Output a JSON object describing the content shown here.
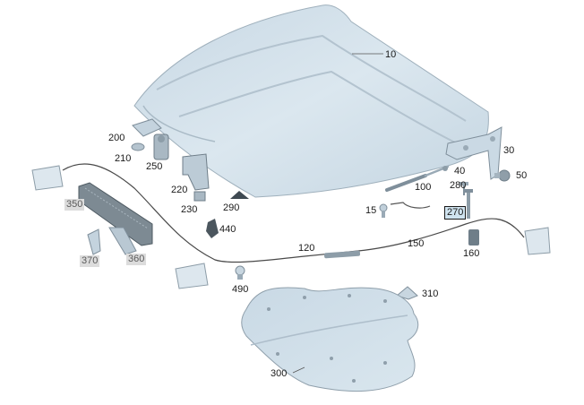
{
  "labels": {
    "hood": "10",
    "hinge": "30",
    "l40": "40",
    "l50": "50",
    "gas_strut": "100",
    "cable_front": "120",
    "cable_rear": "150",
    "l15": "15",
    "l160": "160",
    "l200": "200",
    "l210": "210",
    "l220": "220",
    "l230": "230",
    "l250": "250",
    "l270": "270",
    "l280": "280",
    "l290": "290",
    "insulation": "300",
    "l310": "310",
    "l350": "350",
    "l360": "360",
    "l370": "370",
    "l440": "440",
    "l490": "490"
  },
  "colors": {
    "part_fill": "#d3e2ec",
    "part_stroke": "#9aa9b4",
    "label_highlight": "#cfe3ef"
  }
}
